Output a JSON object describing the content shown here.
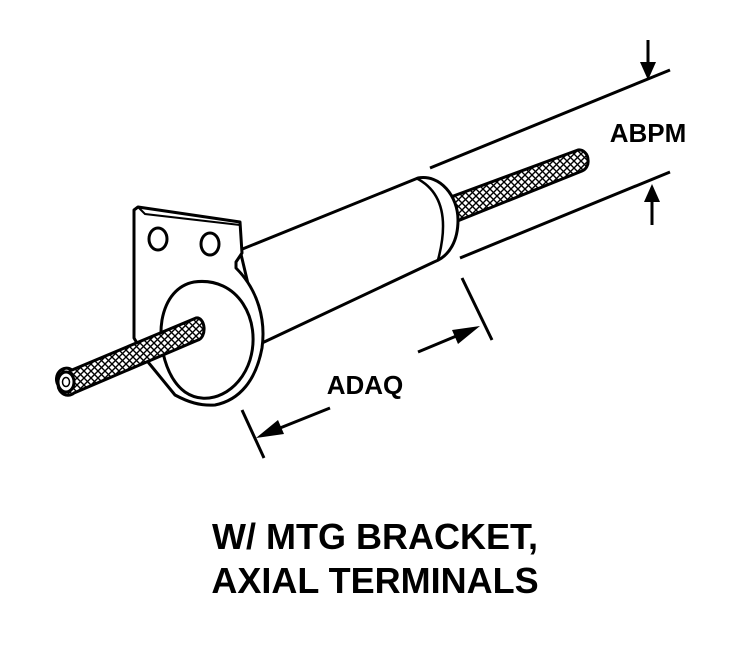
{
  "dimensions": {
    "diameter_label": "ABPM",
    "length_label": "ADAQ"
  },
  "caption": {
    "line1": "W/ MTG BRACKET,",
    "line2": "AXIAL TERMINALS"
  }
}
